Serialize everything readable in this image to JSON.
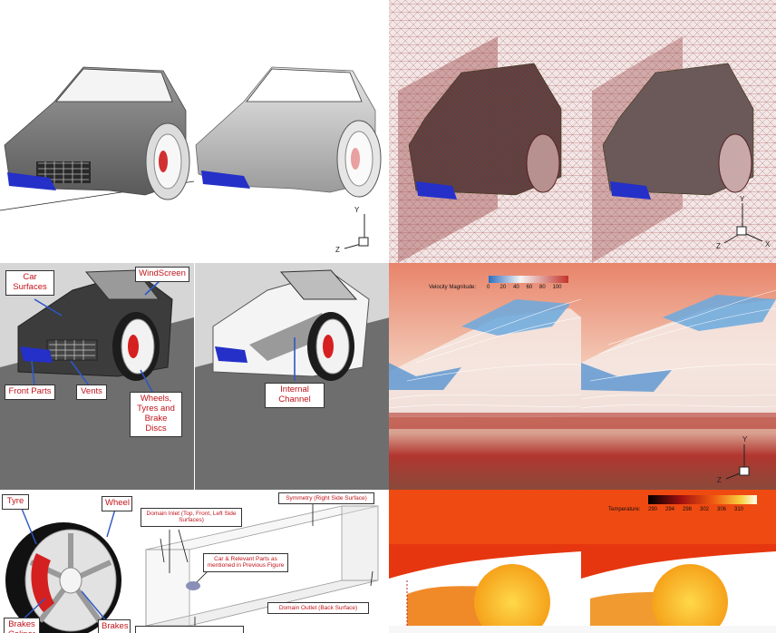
{
  "row1": {
    "axis": {
      "y": "Y",
      "z": "Z",
      "x": "X"
    }
  },
  "row2": {
    "labels": {
      "car_surfaces": "Car Surfaces",
      "windscreen": "WindScreen",
      "front_parts": "Front Parts",
      "vents": "Vents",
      "wheels": "Wheels, Tyres and Brake Discs",
      "internal_channel": "Internal Channel"
    },
    "velocity_legend": {
      "title": "Velocity Magnitude:",
      "ticks": [
        "0",
        "20",
        "40",
        "60",
        "80",
        "100"
      ]
    }
  },
  "row3": {
    "labels": {
      "tyre": "Tyre",
      "wheel": "Wheel",
      "brakes_caliper": "Brakes Caliper",
      "brakes": "Brakes",
      "symmetry": "Symmetry (Right Side Surface)",
      "inlet": "Domain Inlet (Top, Front, Left Side Surfaces)",
      "car_parts": "Car & Relevant Parts as mentioned in Previous Figure",
      "outlet": "Domain Outlet (Back Surface)"
    },
    "temperature_legend": {
      "title": "Temperature:",
      "ticks": [
        "290",
        "294",
        "298",
        "302",
        "306",
        "310"
      ]
    }
  },
  "colors": {
    "accent_label": "#c0141b",
    "blue_parts": "#2430c8"
  }
}
